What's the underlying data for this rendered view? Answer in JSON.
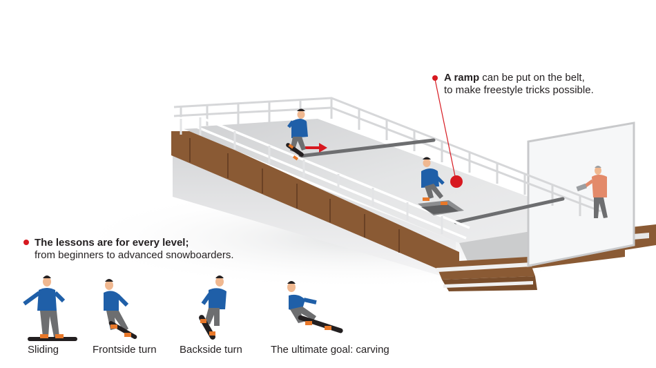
{
  "ramp_note": {
    "bold": "A ramp",
    "rest": " can be put on the belt,",
    "line2": "to make freestyle tricks possible."
  },
  "levels_note": {
    "line1": "The lessons are for every level;",
    "line2": "from beginners to advanced snowboarders."
  },
  "stages": [
    {
      "label": "Sliding"
    },
    {
      "label": "Frontside turn"
    },
    {
      "label": "Backside turn"
    },
    {
      "label": "The ultimate goal: carving"
    }
  ],
  "colors": {
    "accent_red": "#d71920",
    "jacket_blue": "#1f5fa8",
    "pants_gray": "#6d6e70",
    "board_orange": "#e8782a",
    "wood_brown": "#8a5a34",
    "belt_gray": "#d9dadb",
    "rail_white": "#ffffff"
  }
}
